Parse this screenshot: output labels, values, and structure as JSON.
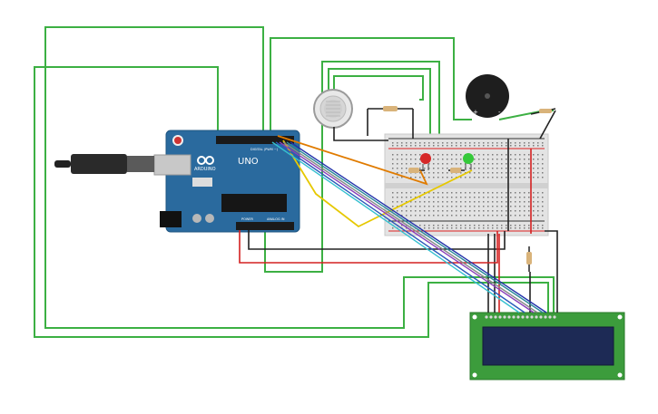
{
  "arduino": {
    "brand_label": "ARDUINO",
    "model_label": "UNO",
    "digital_label": "DIGITAL (PWM ~)",
    "power_label": "POWER",
    "analog_label": "ANALOG IN"
  },
  "colors": {
    "board": "#2a6a9e",
    "breadboard": "#e3e3e3",
    "lcd_pcb": "#3c9c3c",
    "lcd_screen": "#1d2a55",
    "wire_green": "#3cb043",
    "wire_red": "#d42020",
    "wire_black": "#222222",
    "wire_orange": "#e07b00",
    "wire_yellow": "#e6c800",
    "led_red": "#d62828",
    "led_green": "#35c93a"
  },
  "icons": {
    "usb": "usb-plug-icon",
    "reset": "reset-button-icon",
    "buzzer": "piezo-buzzer-icon",
    "gas_sensor": "gas-sensor-icon"
  },
  "buzzer": {
    "plus_label": "+",
    "minus_label": "-"
  }
}
